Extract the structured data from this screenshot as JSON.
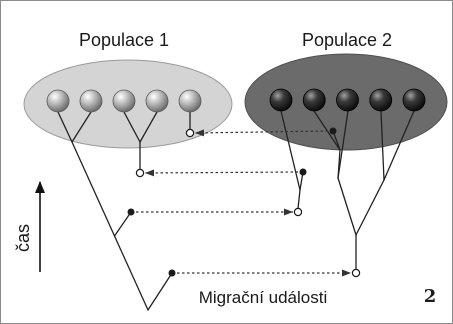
{
  "labels": {
    "population_1": "Populace 1",
    "population_2": "Populace 2",
    "time_axis": "čas",
    "migration_events": "Migrační události",
    "figure_number": "2"
  },
  "colors": {
    "population_1_fill": "#d4d4d4",
    "population_2_fill": "#6b6b6b",
    "lineage": "#222222"
  },
  "populations": [
    {
      "individuals": 5
    },
    {
      "individuals": 5
    }
  ],
  "migrations": [
    {
      "from_population": 2,
      "to_population": 1
    },
    {
      "from_population": 2,
      "to_population": 1
    },
    {
      "from_population": 1,
      "to_population": 2
    },
    {
      "from_population": 1,
      "to_population": 2
    }
  ]
}
